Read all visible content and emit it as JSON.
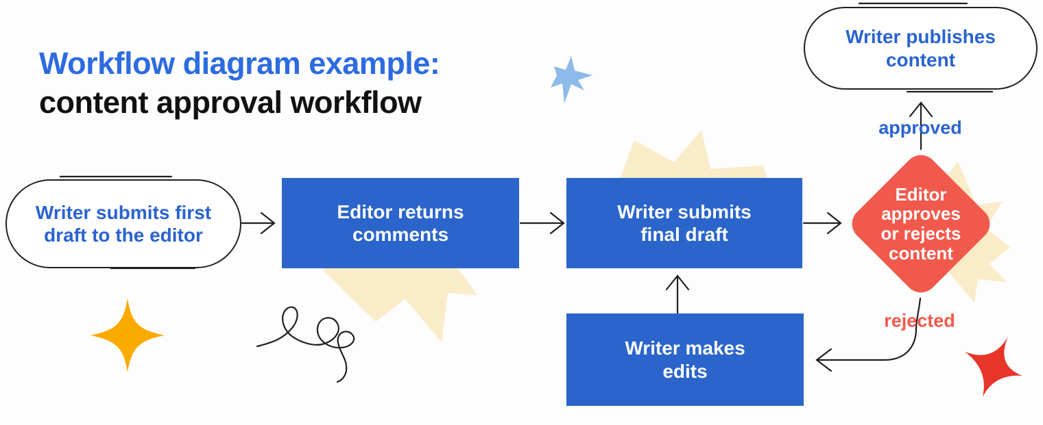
{
  "title": {
    "line1": "Workflow diagram example:",
    "line2": "content approval workflow"
  },
  "flow": {
    "start_label": "Writer submits first\ndraft to the editor",
    "step_comments_label": "Editor returns\ncomments",
    "step_final_draft_label": "Writer submits\nfinal draft",
    "decision_label": "Editor\napproves\nor rejects\ncontent",
    "step_edits_label": "Writer makes\nedits",
    "end_label": "Writer publishes\ncontent",
    "edge_approved_label": "approved",
    "edge_rejected_label": "rejected"
  },
  "colors": {
    "background": "#fdfdfd",
    "title_blue": "#2d6be0",
    "title_black": "#111111",
    "node_text_blue": "#2a63cf",
    "process_fill_blue": "#2b65cb",
    "decision_fill_coral": "#f2594d",
    "approved_label_blue": "#2a63cf",
    "rejected_label_coral": "#f2594d",
    "starburst_cream": "#faecc8",
    "sparkle_gold": "#f9ab00",
    "sparkle_light_blue": "#8cbae9",
    "sparkle_red": "#e73529",
    "line_black": "#1f1f1f"
  }
}
